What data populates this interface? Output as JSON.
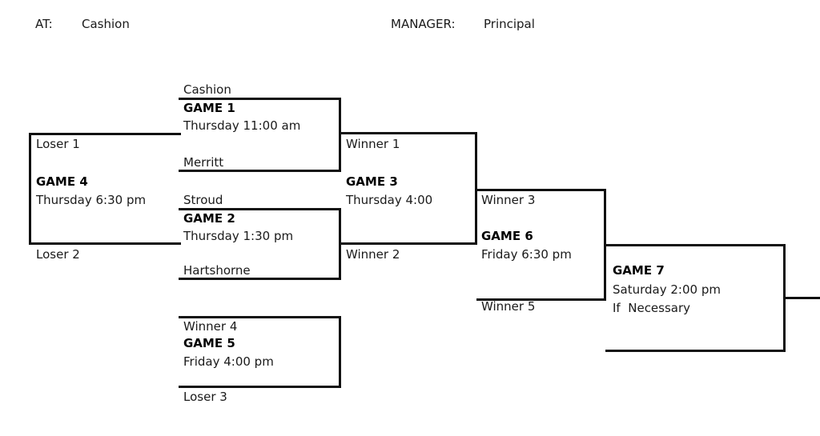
{
  "header": {
    "at_label": "AT:",
    "at_value": "Cashion",
    "manager_label": "MANAGER:",
    "manager_value": "Principal"
  },
  "colors": {
    "line": "#111111",
    "text": "#1a1a1a",
    "background": "#ffffff"
  },
  "bracket": {
    "type": "double-elimination",
    "games": [
      {
        "id": "game1",
        "title": "GAME 1",
        "day": "Thursday",
        "time": "11:00 am",
        "when": "Thursday   11:00 am",
        "top_slot": "Cashion",
        "bottom_slot": "Merritt"
      },
      {
        "id": "game2",
        "title": "GAME 2",
        "day": "Thursday",
        "time": "1:30 pm",
        "when": "Thursday      1:30 pm",
        "top_slot": "Stroud",
        "bottom_slot": "Hartshorne"
      },
      {
        "id": "game3",
        "title": "GAME 3",
        "day": "Thursday",
        "time": "4:00",
        "when": "Thursday 4:00",
        "top_slot": "Winner 1",
        "bottom_slot": "Winner 2"
      },
      {
        "id": "game4",
        "title": "GAME 4",
        "day": "Thursday",
        "time": "6:30 pm",
        "when": "Thursday 6:30 pm",
        "top_slot": "Loser 1",
        "bottom_slot": "Loser 2"
      },
      {
        "id": "game5",
        "title": "GAME 5",
        "day": "Friday",
        "time": "4:00 pm",
        "when": "Friday 4:00 pm",
        "top_slot": "Winner 4",
        "bottom_slot": "Loser 3"
      },
      {
        "id": "game6",
        "title": "GAME 6",
        "day": "Friday",
        "time": "6:30 pm",
        "when": "Friday 6:30 pm",
        "top_slot": "Winner 3",
        "bottom_slot": "Winner 5"
      },
      {
        "id": "game7",
        "title": "GAME 7",
        "day": "Saturday",
        "time": "2:00 pm",
        "when": "Saturday 2:00 pm",
        "note": "If  Necessary",
        "top_slot": "",
        "bottom_slot": ""
      }
    ]
  }
}
